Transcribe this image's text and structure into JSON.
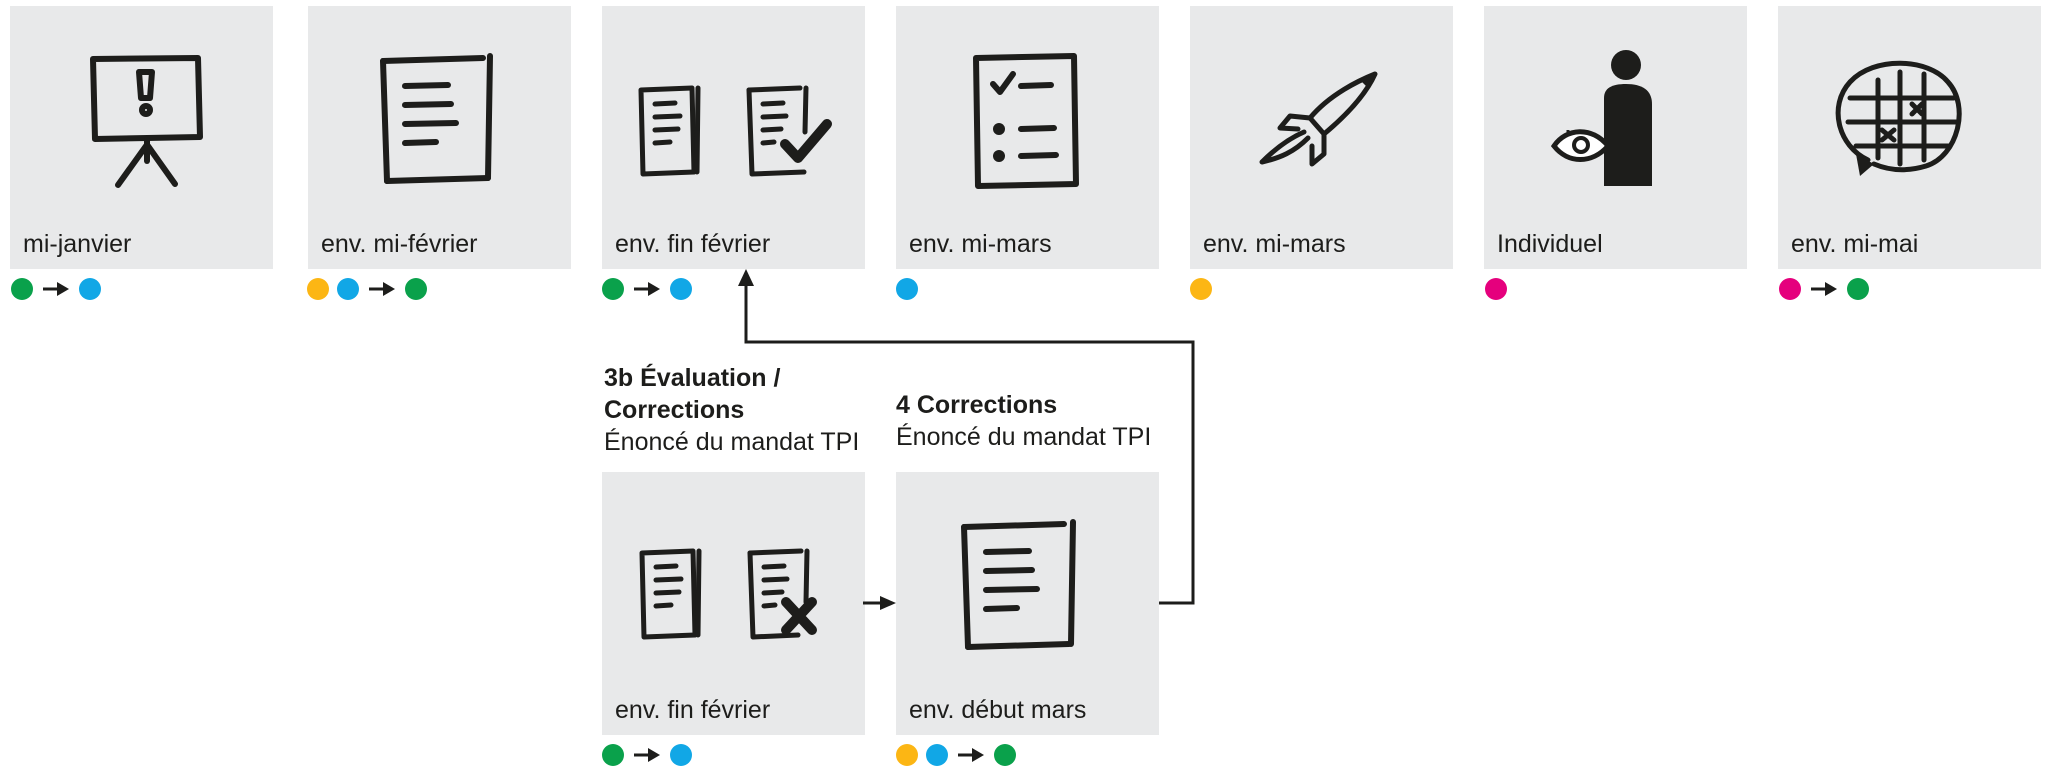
{
  "colors": {
    "green": "#0aa14b",
    "blue": "#11a7e6",
    "yellow": "#fcb614",
    "magenta": "#e5007d",
    "card": "#e8e9ea"
  },
  "top_cards": [
    {
      "icon": "presentation-board-icon",
      "date": "mi-janvier",
      "dots": [
        "green",
        "arrow",
        "blue"
      ]
    },
    {
      "icon": "document-icon",
      "date": "env. mi-février",
      "dots": [
        "yellow",
        "blue",
        "arrow",
        "green"
      ]
    },
    {
      "icon": "documents-check-icon",
      "date": "env. fin février",
      "dots": [
        "green",
        "arrow",
        "blue"
      ]
    },
    {
      "icon": "checklist-icon",
      "date": "env. mi-mars",
      "dots": [
        "blue"
      ]
    },
    {
      "icon": "rocket-icon",
      "date": "env. mi-mars",
      "dots": [
        "yellow"
      ]
    },
    {
      "icon": "person-eye-icon",
      "date": "Individuel",
      "dots": [
        "magenta"
      ]
    },
    {
      "icon": "target-grid-icon",
      "date": "env. mi-mai",
      "dots": [
        "magenta",
        "arrow",
        "green"
      ]
    }
  ],
  "bottom_cards": [
    {
      "title": "3b Évaluation /",
      "title2": "Corrections",
      "subtitle": "Énoncé du mandat TPI",
      "icon": "documents-cross-icon",
      "date": "env. fin février",
      "dots": [
        "green",
        "arrow",
        "blue"
      ]
    },
    {
      "title": "4 Corrections",
      "subtitle": "Énoncé du mandat TPI",
      "icon": "document-icon",
      "date": "env. début mars",
      "dots": [
        "yellow",
        "blue",
        "arrow",
        "green"
      ]
    }
  ]
}
